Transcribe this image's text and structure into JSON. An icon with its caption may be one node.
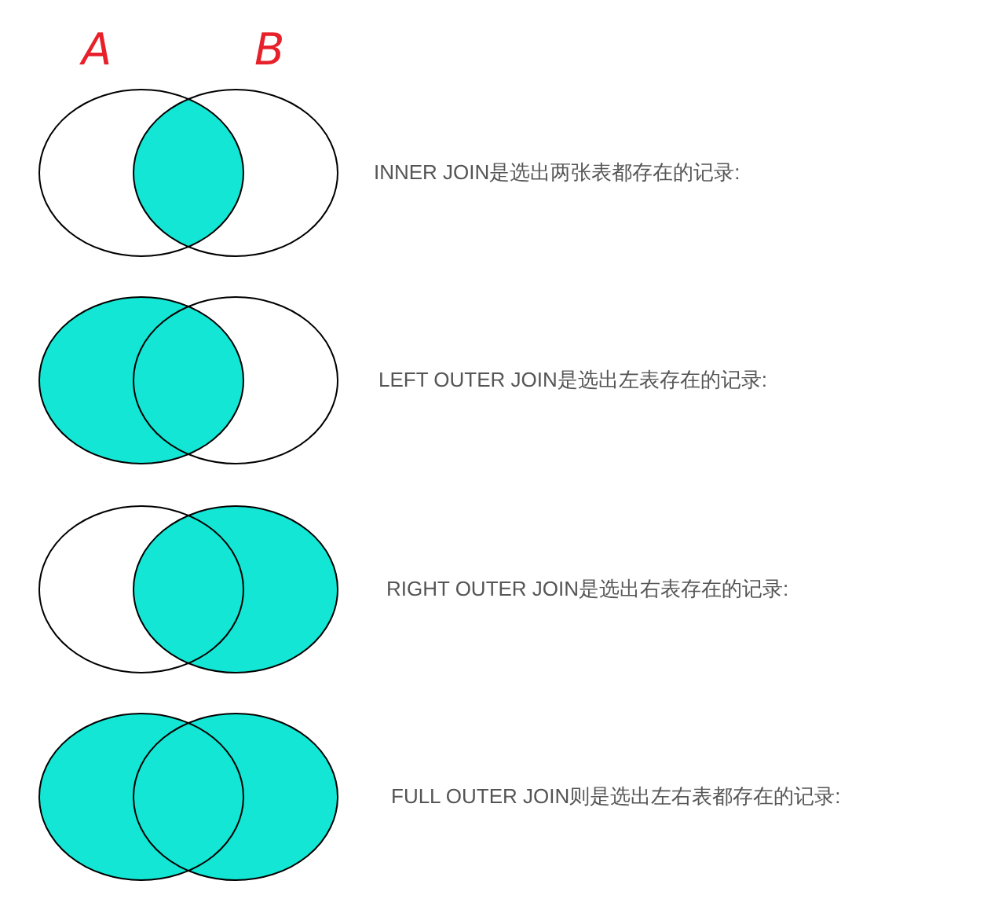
{
  "diagram": {
    "labels": [
      "A",
      "B",
      "INNER JOIN是选出两张表都存在的记录:",
      "LEFT OUTER JOIN是选出左表存在的记录:",
      "RIGHT OUTER JOIN是选出右表存在的记录:",
      "FULL OUTER JOIN则是选出左右表都存在的记录:"
    ]
  }
}
